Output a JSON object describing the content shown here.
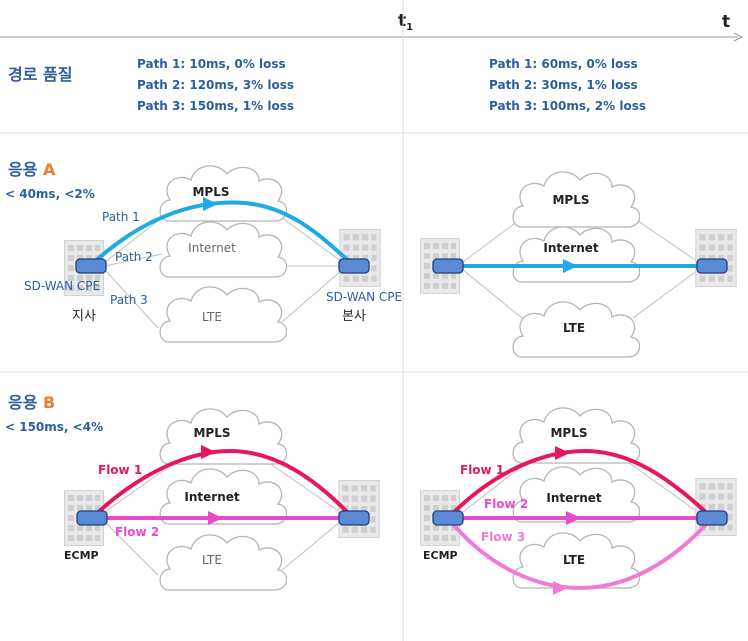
{
  "timeline": {
    "t1_base": "t",
    "t1_sub": "1",
    "t_end": "t"
  },
  "path_quality": {
    "label": "경로 품질",
    "col1": [
      "Path 1: 10ms, 0% loss",
      "Path 2: 120ms, 3% loss",
      "Path 3: 150ms, 1% loss"
    ],
    "col2": [
      "Path 1: 60ms, 0% loss",
      "Path 2: 30ms, 1% loss",
      "Path 3: 100ms, 2% loss"
    ]
  },
  "app_a": {
    "label_prefix": "응용 ",
    "label_letter": "A",
    "requirement": "< 40ms, <2%"
  },
  "app_b": {
    "label_prefix": "응용 ",
    "label_letter": "B",
    "requirement": "< 150ms, <4%"
  },
  "networks": {
    "mpls": "MPLS",
    "internet": "Internet",
    "lte": "LTE"
  },
  "panel_a_left": {
    "path1": "Path 1",
    "path2": "Path 2",
    "path3": "Path 3",
    "cpe_left": "SD-WAN CPE",
    "cpe_right": "SD-WAN CPE",
    "site_left": "지사",
    "site_right": "본사"
  },
  "panel_b": {
    "flow1": "Flow 1",
    "flow2": "Flow 2",
    "flow3": "Flow 3",
    "ecmp": "ECMP"
  },
  "colors": {
    "blue_text": "#2e5e9c",
    "orange": "#ed7d31",
    "path_blue": "#1eaae7",
    "flow_red": "#e8175d",
    "flow_magenta": "#e84ac8",
    "flow_pink": "#f07ad4",
    "cloud_stroke": "#b5b5b5",
    "device_fill": "#5b8bd6"
  }
}
